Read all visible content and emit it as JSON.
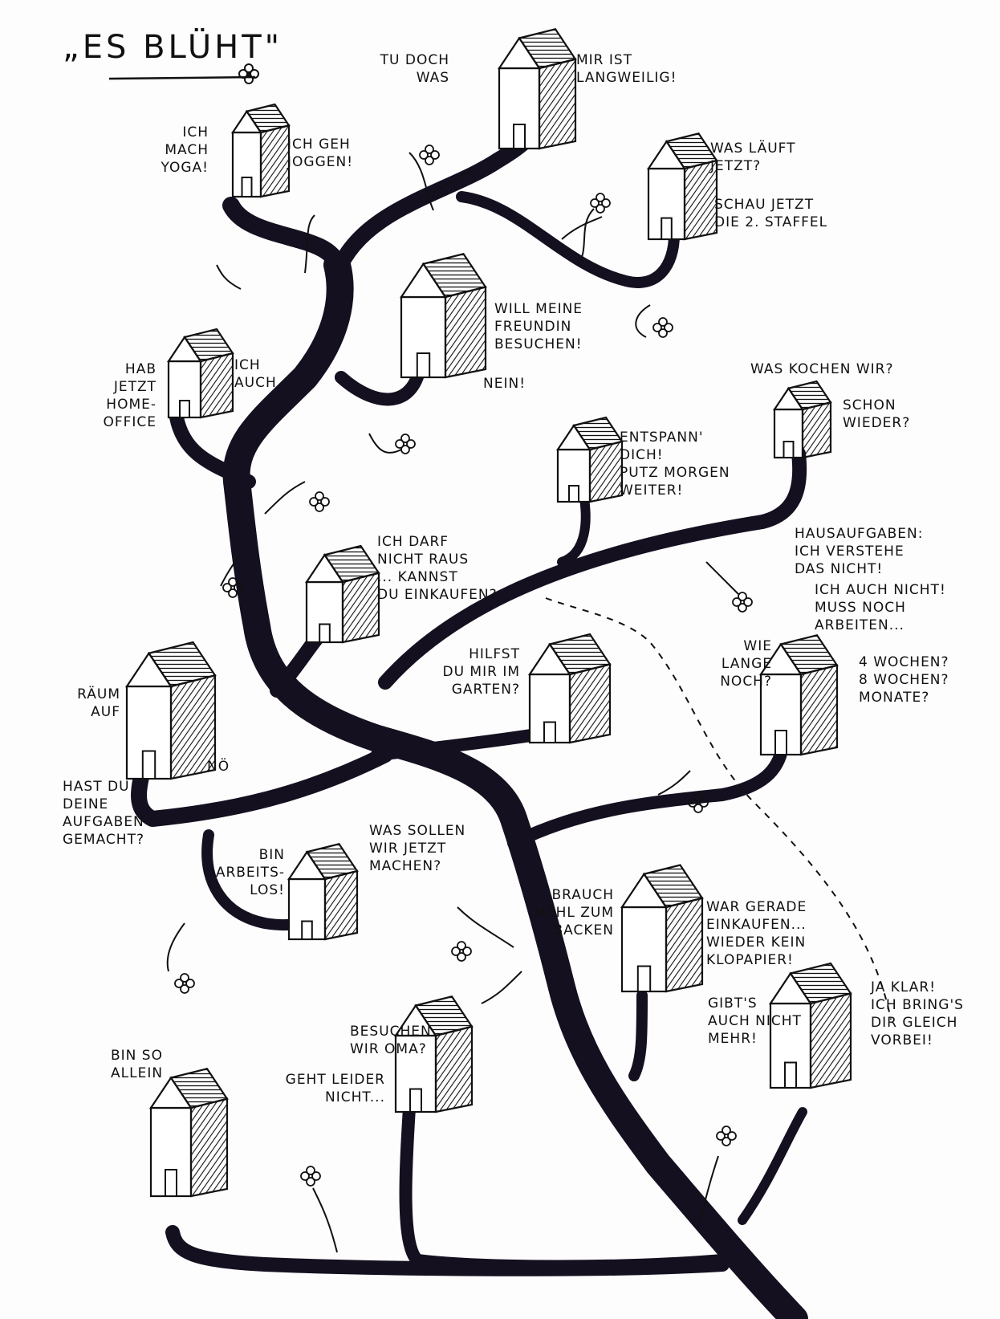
{
  "title": {
    "text": "„ES BLÜHT\""
  },
  "houses": [
    {
      "left": "TU DOCH\nWAS",
      "right": "MIR IST\nLANGWEILIG!"
    },
    {
      "left": "ICH\nMACH\nYOGA!",
      "right": "ICH GEH\nJOGGEN!"
    },
    {
      "right": "WAS LÄUFT\nJETZT?",
      "right2": "SCHAU JETZT\nDIE 2. STAFFEL"
    },
    {
      "right": "WILL MEINE\nFREUNDIN\nBESUCHEN!",
      "below": "NEIN!"
    },
    {
      "left": "HAB\nJETZT\nHOME-\nOFFICE",
      "right": "ICH\nAUCH"
    },
    {
      "top": "WAS KOCHEN WIR?",
      "right": "SCHON\nWIEDER?"
    },
    {
      "right": "ENTSPANN'\nDICH!\nPUTZ MORGEN\nWEITER!"
    },
    {
      "right": "ICH DARF\nNICHT RAUS\n... KANNST\nDU EINKAUFEN?"
    },
    {
      "top": "HAUSAUFGABEN:\nICH VERSTEHE\nDAS NICHT!",
      "top2": "ICH AUCH NICHT!\nMUSS NOCH\nARBEITEN...",
      "left": "WIE\nLANGE\nNOCH?",
      "right": "4 WOCHEN?\n8 WOCHEN?\nMONATE?"
    },
    {
      "left": "HILFST\nDU MIR IM\nGARTEN?"
    },
    {
      "left": "RÄUM\nAUF",
      "right": "NÖ",
      "below": "HAST DU\nDEINE\nAUFGABEN\nGEMACHT?"
    },
    {
      "left": "BIN\nARBEITS-\nLOS!",
      "right": "WAS SOLLEN\nWIR JETZT\nMACHEN?"
    },
    {
      "left": "BRAUCH\nMEHL ZUM\nBACKEN",
      "right": "WAR GERADE\nEINKAUFEN...\nWIEDER KEIN\nKLOPAPIER!",
      "below": "GIBT'S\nAUCH NICHT\nMEHR!"
    },
    {
      "right": "JA KLAR!\nICH BRING'S\nDIR GLEICH\nVORBEI!"
    },
    {
      "top": "BESUCHEN\nWIR OMA?",
      "left": "GEHT LEIDER\nNICHT..."
    },
    {
      "top": "BIN SO\nALLEIN"
    }
  ]
}
